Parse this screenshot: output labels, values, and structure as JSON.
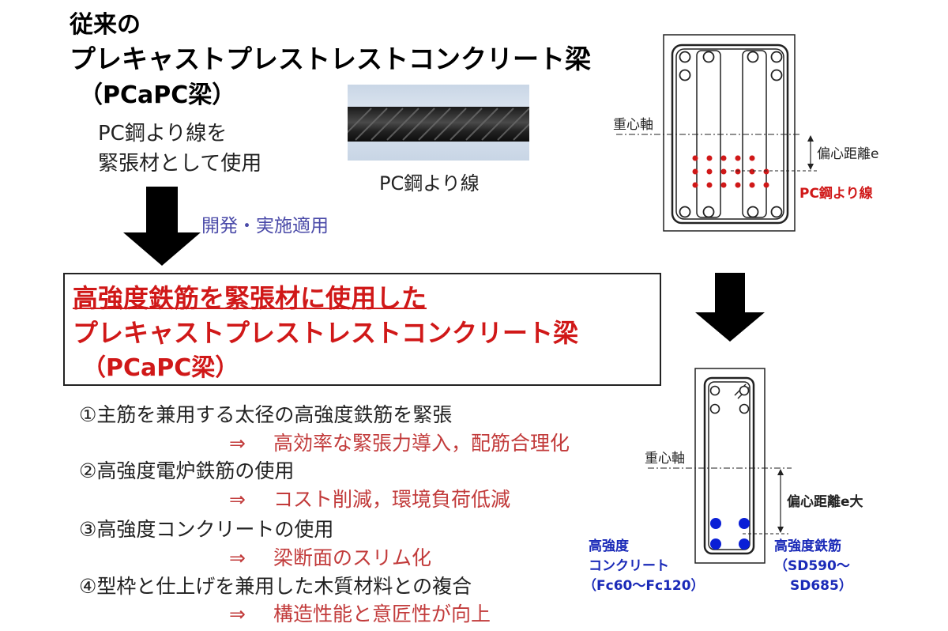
{
  "title": {
    "line1": "従来の",
    "line2": "プレキャストプレストレストコンクリート梁",
    "line3": "（PCaPC梁）"
  },
  "left_desc": {
    "line1": "PC鋼より線を",
    "line2": "緊張材として使用"
  },
  "photo_caption": "PC鋼より線",
  "dev_label": "開発・実施適用",
  "new_box": {
    "line1": "高強度鉄筋を緊張材に使用した",
    "line2": "プレキャストプレストレストコンクリート梁",
    "line3": "（PCaPC梁）"
  },
  "features": [
    {
      "label": "①主筋を兼用する太径の高強度鉄筋を緊張",
      "arrow": "⇒",
      "result": "高効率な緊張力導入，配筋合理化"
    },
    {
      "label": "②高強度電炉鉄筋の使用",
      "arrow": "⇒",
      "result": "コスト削減，環境負荷低減"
    },
    {
      "label": "③高強度コンクリートの使用",
      "arrow": "⇒",
      "result": "梁断面のスリム化"
    },
    {
      "label": "④型枠と仕上げを兼用した木質材料との複合",
      "arrow": "⇒",
      "result": "構造性能と意匠性が向上"
    }
  ],
  "section_old": {
    "centroid_axis": "重心軸",
    "eccentricity": "偏心距離e",
    "strand_label": "PC鋼より線"
  },
  "section_new": {
    "centroid_axis": "重心軸",
    "eccentricity": "偏心距離e大",
    "concrete_label": {
      "line1": "高強度",
      "line2": "コンクリート",
      "line3": "（Fc60〜Fc120）"
    },
    "rebar_label": {
      "line1": "高強度鉄筋",
      "line2": "（SD590〜",
      "line3": "SD685）"
    }
  },
  "colors": {
    "red": "#d01818",
    "result_red": "#c23b3b",
    "blue": "#0a1fd6",
    "label_blue": "#1a2ab8",
    "dev_blue": "#4a4aa8"
  }
}
